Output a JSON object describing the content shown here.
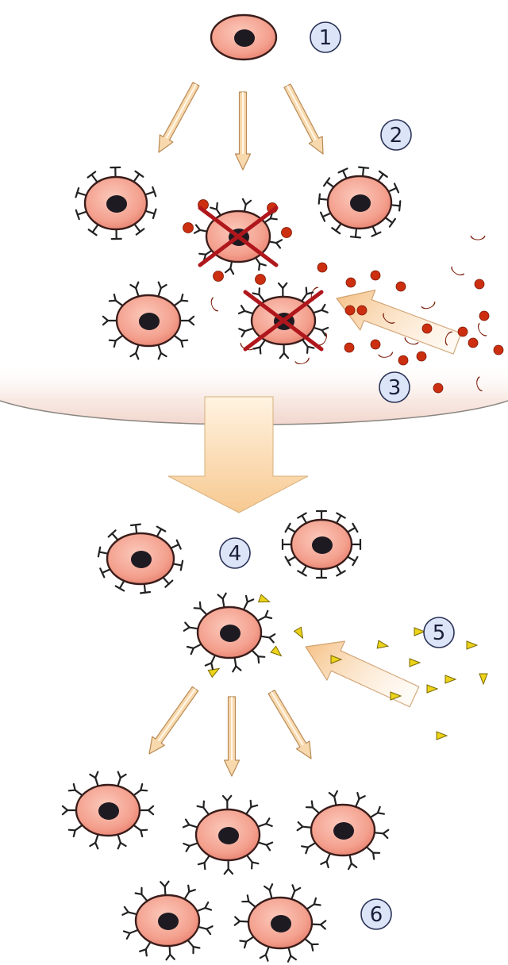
{
  "steps": [
    {
      "label": "1"
    },
    {
      "label": "2"
    },
    {
      "label": "3"
    },
    {
      "label": "4"
    },
    {
      "label": "5"
    },
    {
      "label": "6"
    }
  ],
  "colors": {
    "cell_fill": "#f4a08e",
    "cell_outline": "#3a1d1a",
    "nucleus": "#1e1a22",
    "receptor": "#222222",
    "cross": "#b0171c",
    "antigen": "#cc2e10",
    "antigen_edge": "#7a1a08",
    "signal": "#ecd31a",
    "signal_edge": "#7a6a00",
    "arrow_fill": "#f8d9ae",
    "arrow_stroke": "#b98a55",
    "label_fill": "#dce4f8",
    "label_stroke": "#2a3256",
    "band": "#f6e3dd"
  },
  "icons": {
    "cell": "cell-icon",
    "receptor": "receptor-icon",
    "antigen": "antigen-icon",
    "signal": "signal-molecule-icon",
    "cross": "deleted-cell-icon"
  }
}
